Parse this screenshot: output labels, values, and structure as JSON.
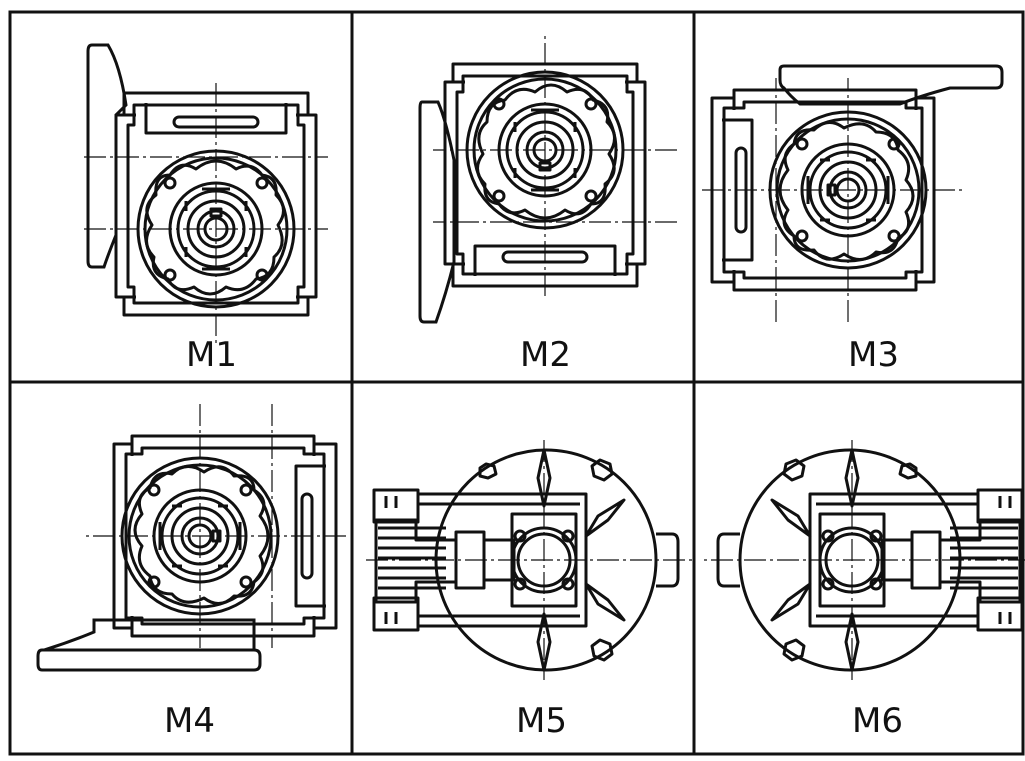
{
  "cells": [
    {
      "label": "M1"
    },
    {
      "label": "M2"
    },
    {
      "label": "M3"
    },
    {
      "label": "M4"
    },
    {
      "label": "M5"
    },
    {
      "label": "M6"
    }
  ],
  "colors": {
    "line": "#111111",
    "background": "#ffffff"
  }
}
